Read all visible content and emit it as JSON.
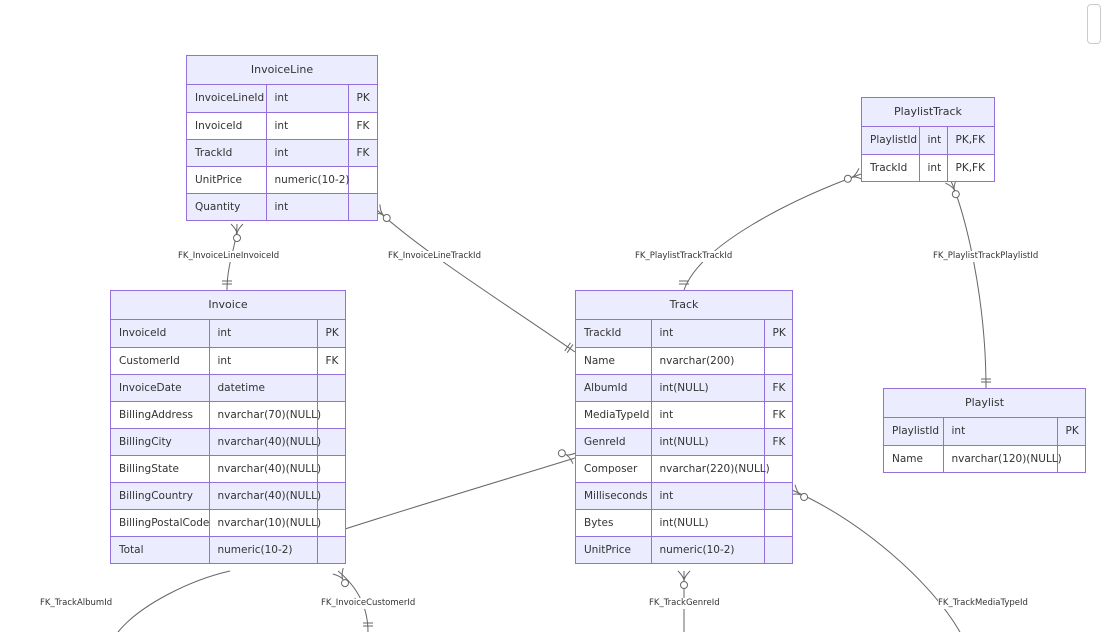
{
  "diagram": {
    "colors": {
      "line": "#666666",
      "border": "#9370db",
      "header_fill": "#ececff",
      "odd_row": "#ececff",
      "even_row": "#ffffff",
      "text": "#333333"
    },
    "entities": [
      {
        "name": "InvoiceLine",
        "attributes": [
          {
            "name": "InvoiceLineId",
            "type": "int",
            "key": "PK"
          },
          {
            "name": "InvoiceId",
            "type": "int",
            "key": "FK"
          },
          {
            "name": "TrackId",
            "type": "int",
            "key": "FK"
          },
          {
            "name": "UnitPrice",
            "type": "numeric(10-2)",
            "key": ""
          },
          {
            "name": "Quantity",
            "type": "int",
            "key": ""
          }
        ]
      },
      {
        "name": "PlaylistTrack",
        "attributes": [
          {
            "name": "PlaylistId",
            "type": "int",
            "key": "PK,FK"
          },
          {
            "name": "TrackId",
            "type": "int",
            "key": "PK,FK"
          }
        ]
      },
      {
        "name": "Invoice",
        "attributes": [
          {
            "name": "InvoiceId",
            "type": "int",
            "key": "PK"
          },
          {
            "name": "CustomerId",
            "type": "int",
            "key": "FK"
          },
          {
            "name": "InvoiceDate",
            "type": "datetime",
            "key": ""
          },
          {
            "name": "BillingAddress",
            "type": "nvarchar(70)(NULL)",
            "key": ""
          },
          {
            "name": "BillingCity",
            "type": "nvarchar(40)(NULL)",
            "key": ""
          },
          {
            "name": "BillingState",
            "type": "nvarchar(40)(NULL)",
            "key": ""
          },
          {
            "name": "BillingCountry",
            "type": "nvarchar(40)(NULL)",
            "key": ""
          },
          {
            "name": "BillingPostalCode",
            "type": "nvarchar(10)(NULL)",
            "key": ""
          },
          {
            "name": "Total",
            "type": "numeric(10-2)",
            "key": ""
          }
        ]
      },
      {
        "name": "Track",
        "attributes": [
          {
            "name": "TrackId",
            "type": "int",
            "key": "PK"
          },
          {
            "name": "Name",
            "type": "nvarchar(200)",
            "key": ""
          },
          {
            "name": "AlbumId",
            "type": "int(NULL)",
            "key": "FK"
          },
          {
            "name": "MediaTypeId",
            "type": "int",
            "key": "FK"
          },
          {
            "name": "GenreId",
            "type": "int(NULL)",
            "key": "FK"
          },
          {
            "name": "Composer",
            "type": "nvarchar(220)(NULL)",
            "key": ""
          },
          {
            "name": "Milliseconds",
            "type": "int",
            "key": ""
          },
          {
            "name": "Bytes",
            "type": "int(NULL)",
            "key": ""
          },
          {
            "name": "UnitPrice",
            "type": "numeric(10-2)",
            "key": ""
          }
        ]
      },
      {
        "name": "Playlist",
        "attributes": [
          {
            "name": "PlaylistId",
            "type": "int",
            "key": "PK"
          },
          {
            "name": "Name",
            "type": "nvarchar(120)(NULL)",
            "key": ""
          }
        ]
      }
    ],
    "relationships": [
      {
        "name": "FK_InvoiceLineInvoiceId"
      },
      {
        "name": "FK_InvoiceLineTrackId"
      },
      {
        "name": "FK_PlaylistTrackTrackId"
      },
      {
        "name": "FK_PlaylistTrackPlaylistId"
      },
      {
        "name": "FK_TrackAlbumId"
      },
      {
        "name": "FK_InvoiceCustomerId"
      },
      {
        "name": "FK_TrackGenreId"
      },
      {
        "name": "FK_TrackMediaTypeId"
      }
    ]
  }
}
